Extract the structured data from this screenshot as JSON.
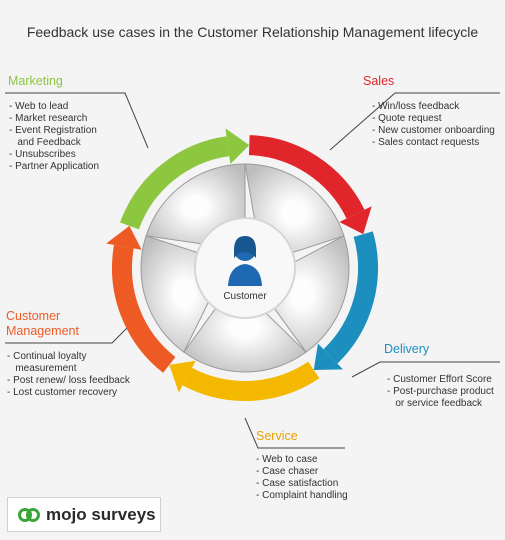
{
  "title": "Feedback use cases in the Customer Relationship Management lifecycle",
  "center_label": "Customer",
  "stages": [
    {
      "name": "Marketing",
      "color": "#8dc63f",
      "items": [
        "- Web to lead",
        "- Market research",
        "- Event Registration",
        "   and Feedback",
        "- Unsubscribes",
        "- Partner Application"
      ]
    },
    {
      "name": "Sales",
      "color": "#e0262a",
      "items": [
        "- Win/loss feedback",
        "- Quote request",
        "- New customer onboarding",
        "- Sales contact requests"
      ]
    },
    {
      "name": "Delivery",
      "color": "#1d8fbf",
      "items": [
        "- Customer Effort Score",
        "- Post-purchase product",
        "   or service feedback"
      ]
    },
    {
      "name": "Service",
      "color": "#f5b800",
      "items": [
        "- Web to case",
        "- Case chaser",
        "- Case satisfaction",
        "- Complaint handling"
      ]
    },
    {
      "name_lines": [
        "Customer",
        "Management"
      ],
      "color": "#ee5a24",
      "items": [
        "- Continual loyalty",
        "   measurement",
        "- Post renew/ loss feedback",
        "- Lost customer recovery"
      ]
    }
  ],
  "logo": {
    "text": "mojo surveys",
    "icon": "link-icon",
    "icon_color": "#3aa537"
  }
}
